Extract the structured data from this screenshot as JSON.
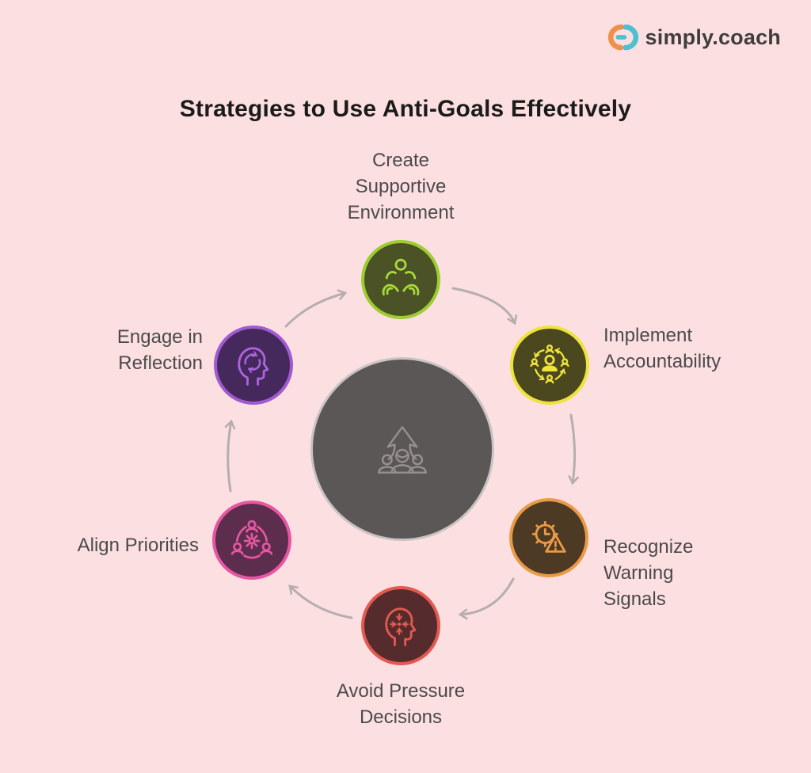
{
  "brand": {
    "name": "simply.coach",
    "icon": "simply-coach-logo-icon",
    "colors": {
      "orange": "#ef8f4b",
      "teal": "#4fc0cf",
      "text": "#3f3e3e"
    }
  },
  "title": "Strategies to Use Anti-Goals Effectively",
  "palette": {
    "background": "#fcdfe1",
    "arrow": "#b6aeae",
    "title_text": "#1b1b1b",
    "label_text": "#4b4a4a"
  },
  "center_hub": {
    "icon": "team-growth-icon",
    "fill": "#5b5757",
    "ring": "#c9c3c3",
    "icon_color": "#969090"
  },
  "nodes": [
    {
      "label": "Create Supportive Environment",
      "icon": "supportive-environment-icon",
      "colors": {
        "fill": "#4a5226",
        "border": "#9ccd31",
        "icon": "#a7da3a"
      }
    },
    {
      "label": "Implement Accountability",
      "icon": "accountability-icon",
      "colors": {
        "fill": "#4b471e",
        "border": "#eee33b",
        "icon": "#eee33b"
      }
    },
    {
      "label": "Recognize Warning Signals",
      "icon": "warning-signals-icon",
      "colors": {
        "fill": "#4d3a25",
        "border": "#e99a44",
        "icon": "#e99a44"
      }
    },
    {
      "label": "Avoid Pressure Decisions",
      "icon": "pressure-decisions-icon",
      "colors": {
        "fill": "#562b2d",
        "border": "#e25a50",
        "icon": "#e25a50"
      }
    },
    {
      "label": "Align Priorities",
      "icon": "align-priorities-icon",
      "colors": {
        "fill": "#5d2d4d",
        "border": "#e756a2",
        "icon": "#e756a2"
      }
    },
    {
      "label": "Engage in Reflection",
      "icon": "reflection-icon",
      "colors": {
        "fill": "#45295c",
        "border": "#a15ad1",
        "icon": "#ad64dd"
      }
    }
  ],
  "flow": {
    "direction": "clockwise",
    "sequence": [
      "Create Supportive Environment",
      "Implement Accountability",
      "Recognize Warning Signals",
      "Avoid Pressure Decisions",
      "Align Priorities",
      "Engage in Reflection"
    ]
  }
}
